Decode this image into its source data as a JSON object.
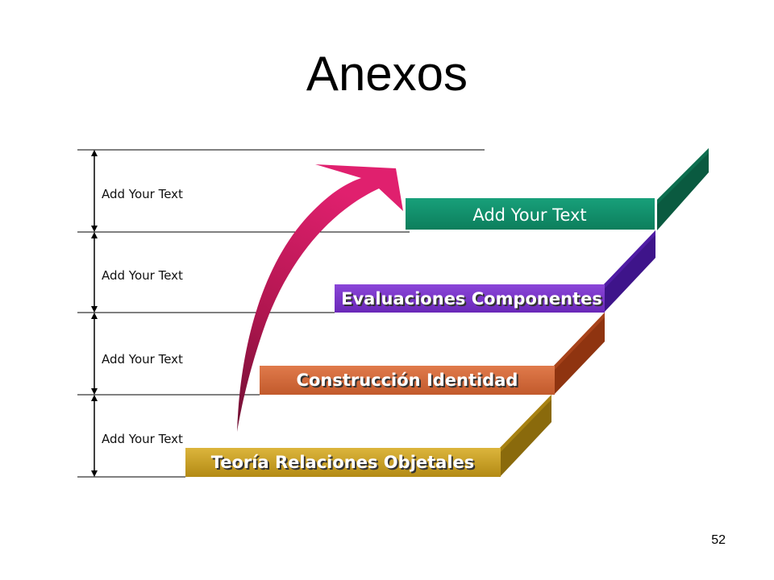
{
  "slide": {
    "title": "Anexos",
    "page_number": "52"
  },
  "side_labels": [
    "Add Your Text",
    "Add Your Text",
    "Add Your Text",
    "Add Your Text"
  ],
  "steps": [
    {
      "label": "Teoría Relaciones Objetales",
      "color": "#c9a227"
    },
    {
      "label": "Construcción Identidad",
      "color": "#d2693b"
    },
    {
      "label": "Evaluaciones Componentes",
      "color": "#7a35c8"
    },
    {
      "label": "Add Your Text",
      "color": "#11906a"
    }
  ],
  "arrow": {
    "color": "#c8195e"
  }
}
